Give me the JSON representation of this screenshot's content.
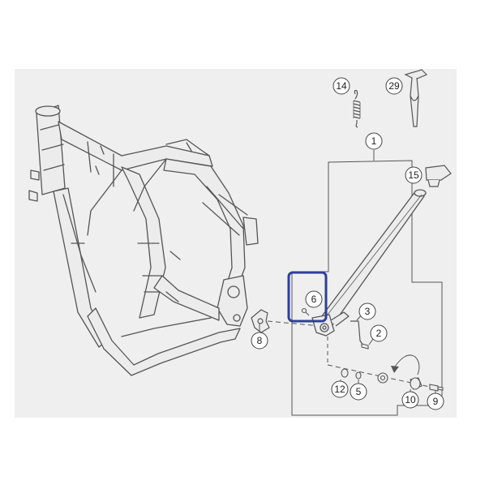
{
  "diagram": {
    "colors": {
      "panel": "#efefef",
      "line": "#555555",
      "fill": "#ececec",
      "highlight": "#2e3f9a"
    },
    "callouts": [
      {
        "id": "c1",
        "label": "1"
      },
      {
        "id": "c2",
        "label": "2"
      },
      {
        "id": "c3",
        "label": "3"
      },
      {
        "id": "c5",
        "label": "5"
      },
      {
        "id": "c6",
        "label": "6"
      },
      {
        "id": "c8",
        "label": "8"
      },
      {
        "id": "c9",
        "label": "9"
      },
      {
        "id": "c10",
        "label": "10"
      },
      {
        "id": "c12",
        "label": "12"
      },
      {
        "id": "c14",
        "label": "14"
      },
      {
        "id": "c15",
        "label": "15"
      },
      {
        "id": "c29",
        "label": "29"
      }
    ],
    "highlighted_callout": "6"
  }
}
